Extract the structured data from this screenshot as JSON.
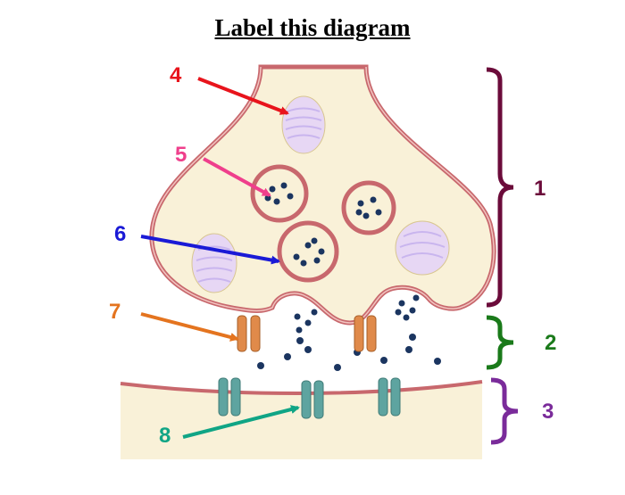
{
  "title": "Label this diagram",
  "labels": [
    {
      "id": "label-4",
      "text": "4",
      "color": "#e8141c"
    },
    {
      "id": "label-5",
      "text": "5",
      "color": "#ef3f8c"
    },
    {
      "id": "label-6",
      "text": "6",
      "color": "#1a1ad6"
    },
    {
      "id": "label-7",
      "text": "7",
      "color": "#e4741f"
    },
    {
      "id": "label-8",
      "text": "8",
      "color": "#10a585"
    },
    {
      "id": "label-1",
      "text": "1",
      "color": "#6b0b3a"
    },
    {
      "id": "label-2",
      "text": "2",
      "color": "#1a7a1a"
    },
    {
      "id": "label-3",
      "text": "3",
      "color": "#7a2b9a"
    }
  ],
  "colors": {
    "cytoplasm": "#f9f1d8",
    "membrane": "#c8686d",
    "membrane_inner": "#f2c4c0",
    "mitochondria": "#e7d7f4",
    "neurotransmitter": "#1b3560",
    "presynaptic_channel": "#e08a4a",
    "receptor": "#5ea4a0"
  }
}
